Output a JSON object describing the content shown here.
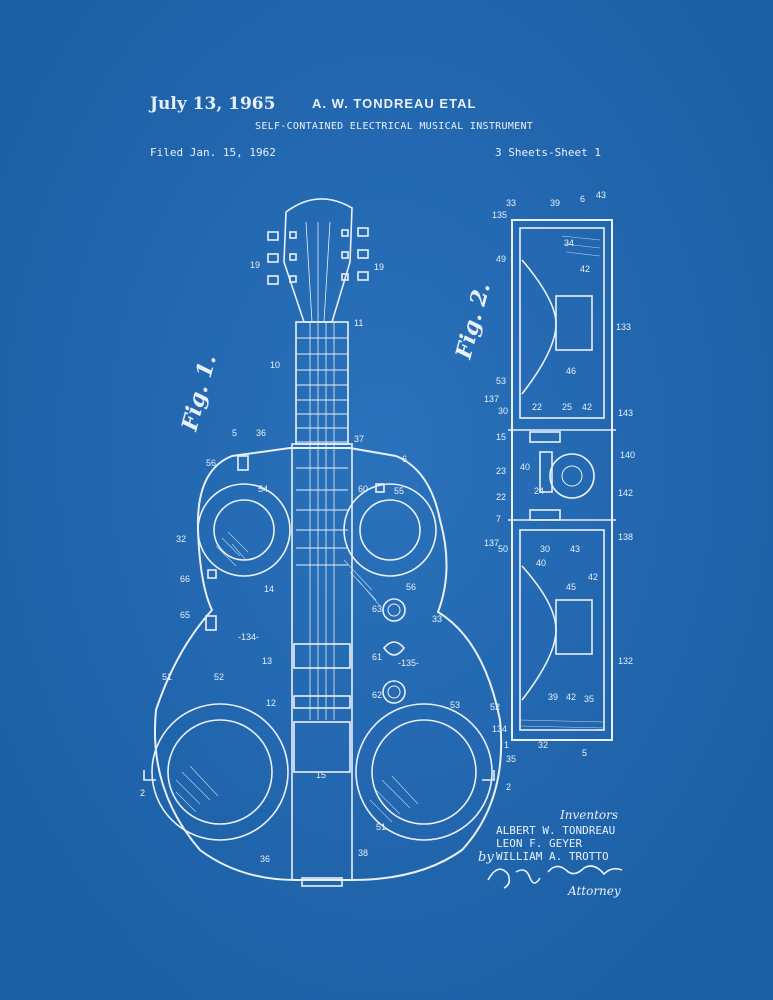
{
  "header": {
    "date": "July 13, 1965",
    "names": "A. W. TONDREAU ETAL",
    "title": "SELF-CONTAINED ELECTRICAL MUSICAL INSTRUMENT",
    "filed": "Filed Jan. 15, 1962",
    "sheets": "3 Sheets-Sheet 1"
  },
  "figures": {
    "fig1": "Fig. 1.",
    "fig2": "Fig. 2."
  },
  "inventors": {
    "heading": "Inventors",
    "names": [
      "ALBERT W. TONDREAU",
      "LEON F. GEYER",
      "WILLIAM A. TROTTO"
    ],
    "by": "by",
    "signature": "Carl R. Goshaw",
    "role": "Attorney"
  },
  "colors": {
    "paper": "#1f6ab8",
    "ink": "#e9f0fa"
  }
}
